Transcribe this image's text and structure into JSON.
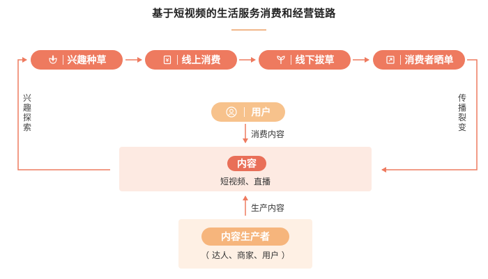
{
  "title": "基于短视频的生活服务消费和经营链路",
  "flow_steps": [
    {
      "label": "兴趣种草",
      "icon": "flower-icon"
    },
    {
      "label": "线上消费",
      "icon": "receipt-icon"
    },
    {
      "label": "线下拔草",
      "icon": "sprout-icon"
    },
    {
      "label": "消费者晒单",
      "icon": "share-icon"
    }
  ],
  "left_loop_label": [
    "兴",
    "趣",
    "探",
    "索"
  ],
  "right_loop_label": [
    "传",
    "播",
    "裂",
    "变"
  ],
  "user": {
    "label": "用户",
    "icon": "user-icon"
  },
  "arrow_consume_label": "消费内容",
  "content": {
    "label": "内容",
    "sub": "短视频、直播"
  },
  "arrow_produce_label": "生产内容",
  "producer": {
    "label": "内容生产者",
    "sub": "（ 达人、商家、用户 ）"
  },
  "colors": {
    "accent": "#ee7a5f",
    "light_orange": "#f7c28c",
    "content_bg": "#fdeae2",
    "producer_bg": "#fef0e4"
  }
}
